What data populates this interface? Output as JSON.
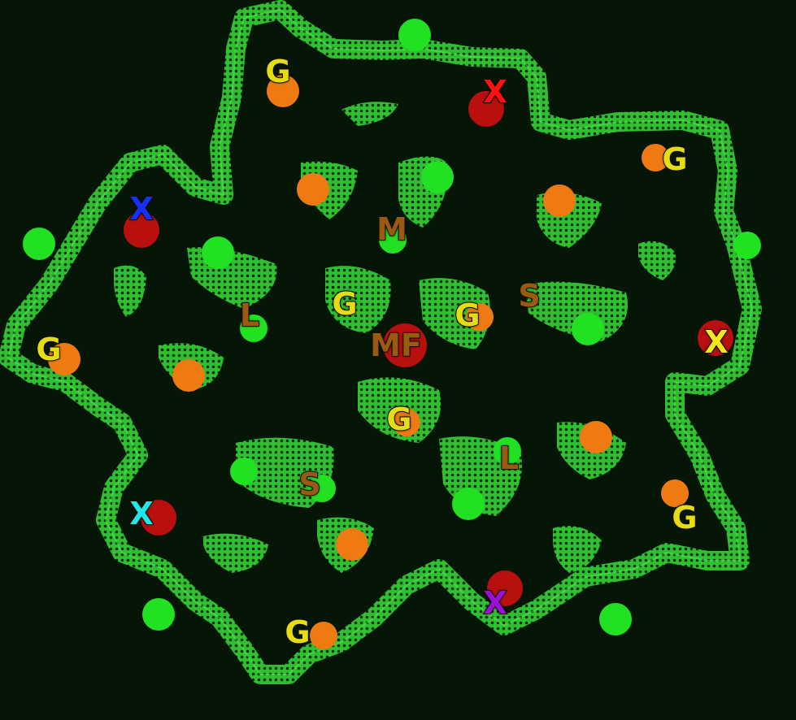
{
  "colors": {
    "background": "#061606",
    "wall": "#3cd43c",
    "green_marker": "#22e022",
    "orange_marker": "#ef7a12",
    "red_marker": "#b80f0f"
  },
  "labels": {
    "g": "G",
    "x": "X",
    "m": "M",
    "mf": "MF",
    "s": "S",
    "l": "L"
  },
  "label_colors": {
    "g": "#e6dc14",
    "m": "#9a5a10",
    "mf": "#9a5a10",
    "s": "#9a5a10",
    "l": "#9a5a10",
    "x_red": "#ff1010",
    "x_blue": "#1830ff",
    "x_yellow": "#f4e81c",
    "x_cyan": "#20e8e8",
    "x_purple": "#9a10d8"
  }
}
